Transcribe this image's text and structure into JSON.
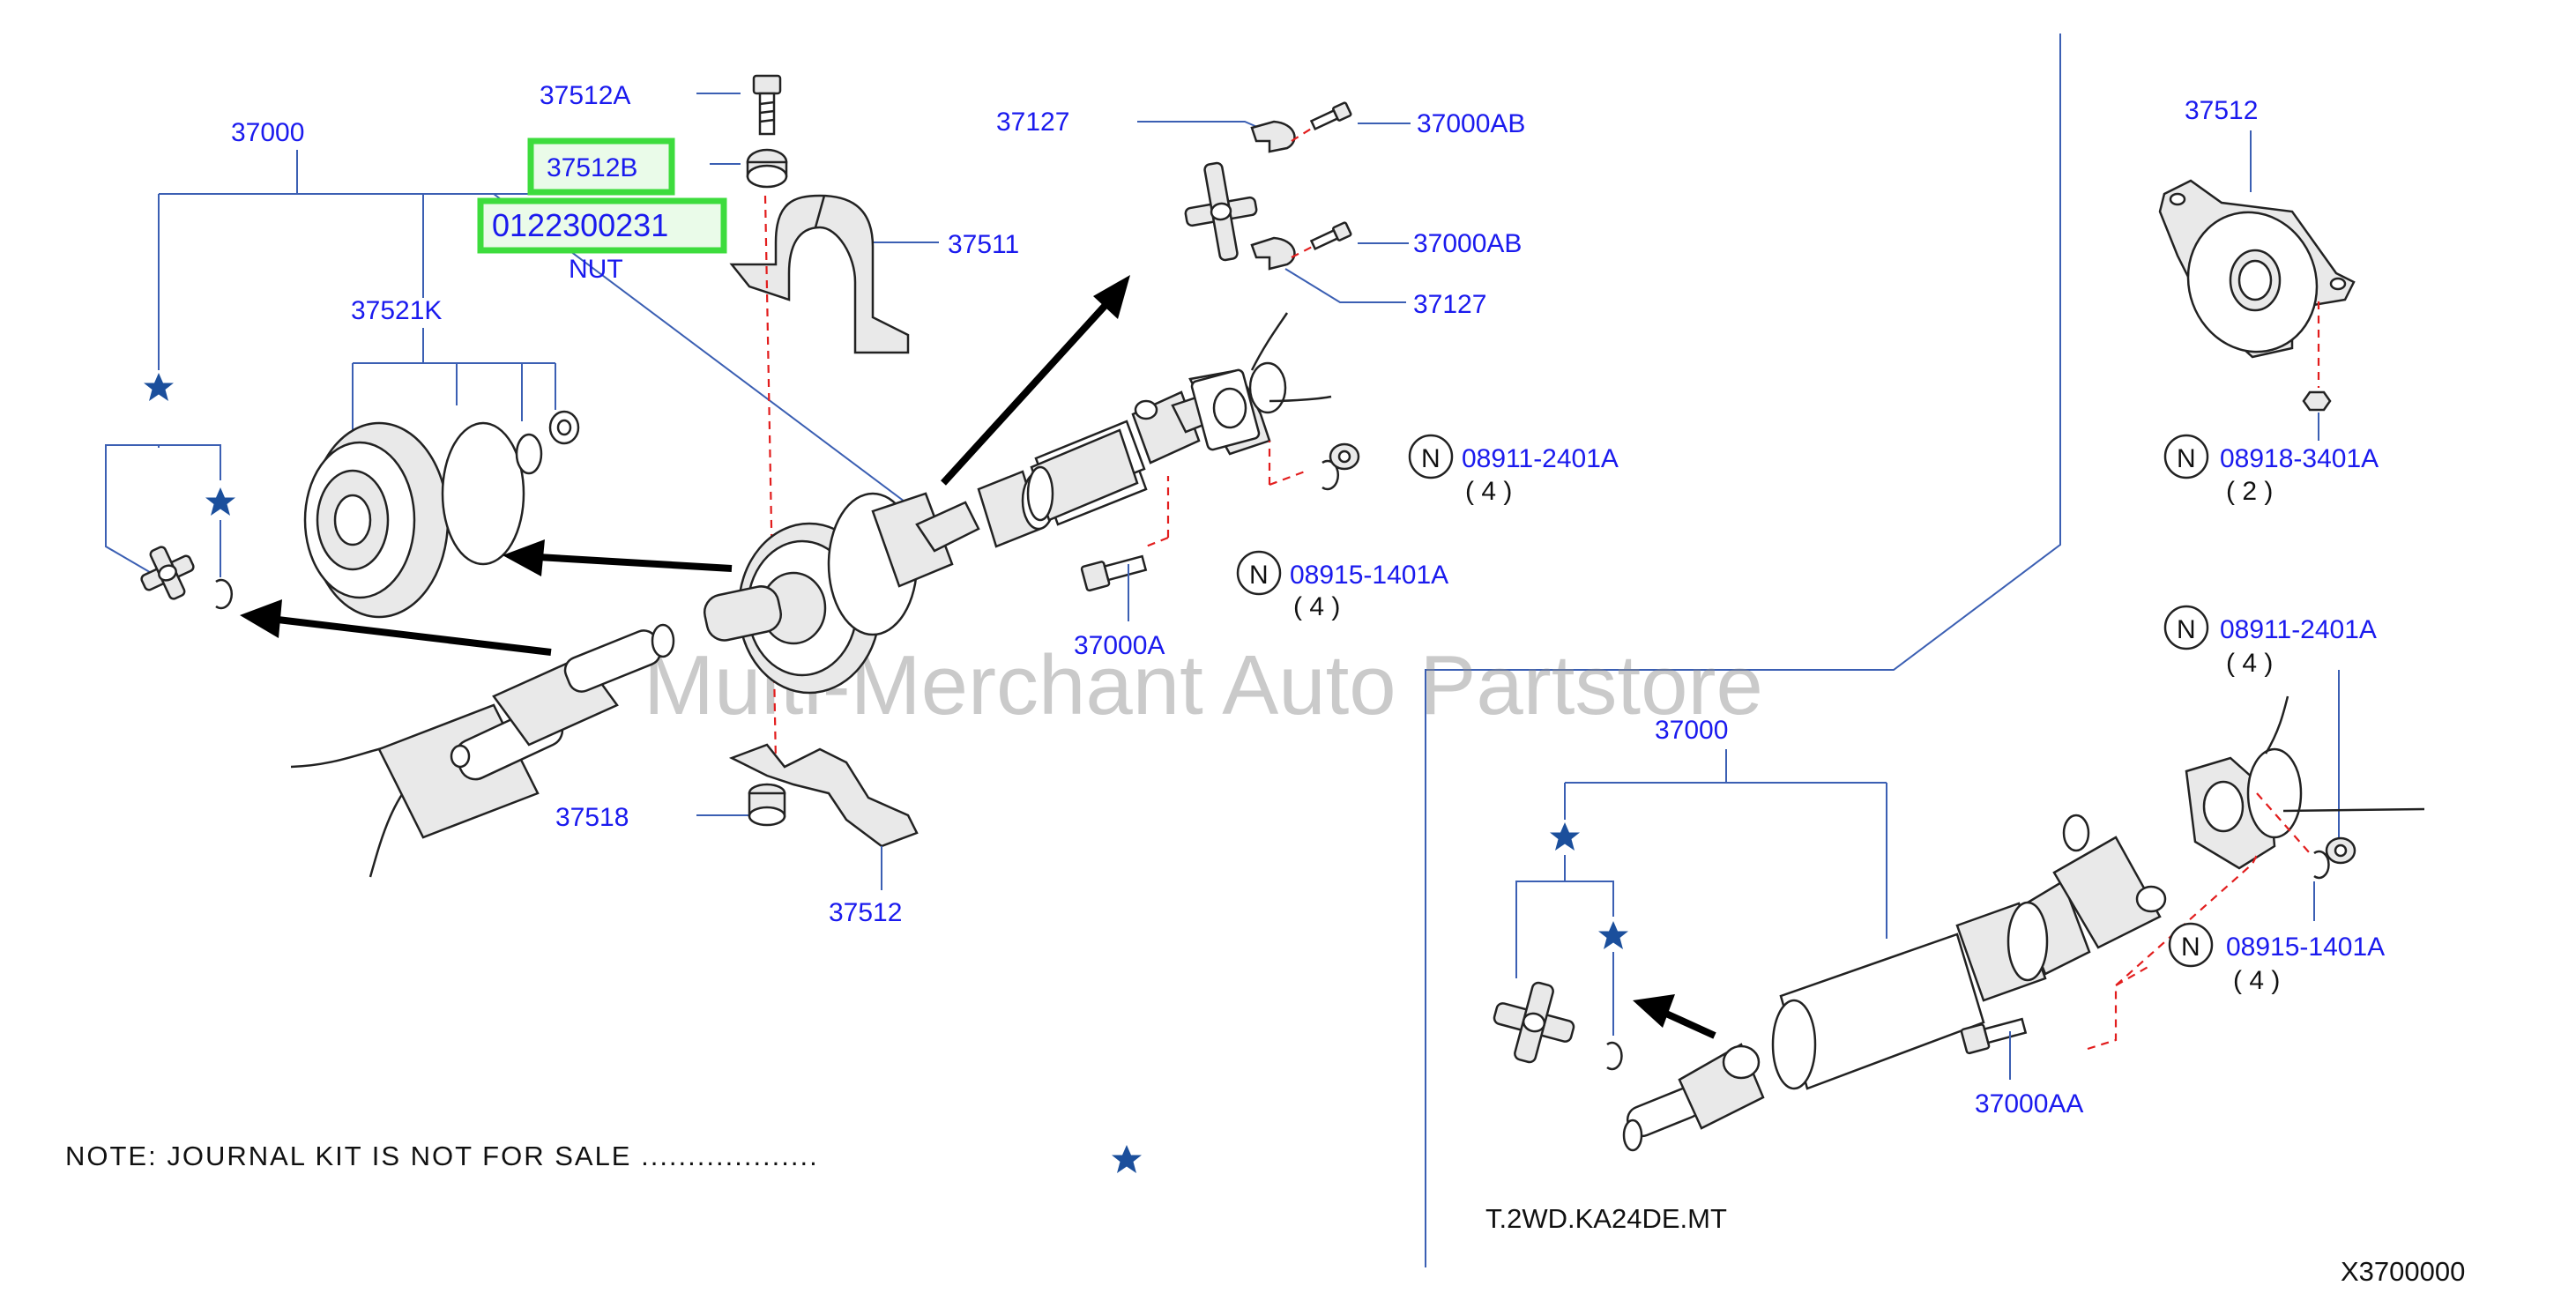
{
  "colors": {
    "part_number": "#1a1aee",
    "leader": "#3b5fb3",
    "highlight_box": "#3ddc3d",
    "highlight_fill": "#eafbe9",
    "star": "#1b4f9c",
    "dashed_line": "#e21d1d",
    "watermark": "#8a8a8a"
  },
  "watermark": "Multi-Merchant Auto Partstore",
  "highlighted": {
    "part_a": "37512B",
    "part_b": "0122300231",
    "part_b_desc": "NUT"
  },
  "labels": {
    "p37000_top": "37000",
    "p37512A": "37512A",
    "p37511": "37511",
    "p37521K": "37521K",
    "p37518": "37518",
    "p37512_bottom": "37512",
    "p37127_top": "37127",
    "p37127_mid": "37127",
    "p37000AB_top": "37000AB",
    "p37000AB_mid": "37000AB",
    "p37000A": "37000A",
    "p37512_right": "37512",
    "p37000_right": "37000",
    "p37000AA": "37000AA"
  },
  "n_parts": [
    {
      "badge": "N",
      "number": "08911-2401A",
      "qty": "( 4 )"
    },
    {
      "badge": "N",
      "number": "08915-1401A",
      "qty": "( 4 )"
    },
    {
      "badge": "N",
      "number": "08918-3401A",
      "qty": "( 2 )"
    },
    {
      "badge": "N",
      "number": "08911-2401A",
      "qty": "( 4 )"
    },
    {
      "badge": "N",
      "number": "08915-1401A",
      "qty": "( 4 )"
    }
  ],
  "note": {
    "text": "NOTE:  JOURNAL  KIT  IS  NOT  FOR  SALE  ...................",
    "symbol": "star-icon"
  },
  "variant": "T.2WD.KA24DE.MT",
  "figure_code": "X3700000"
}
